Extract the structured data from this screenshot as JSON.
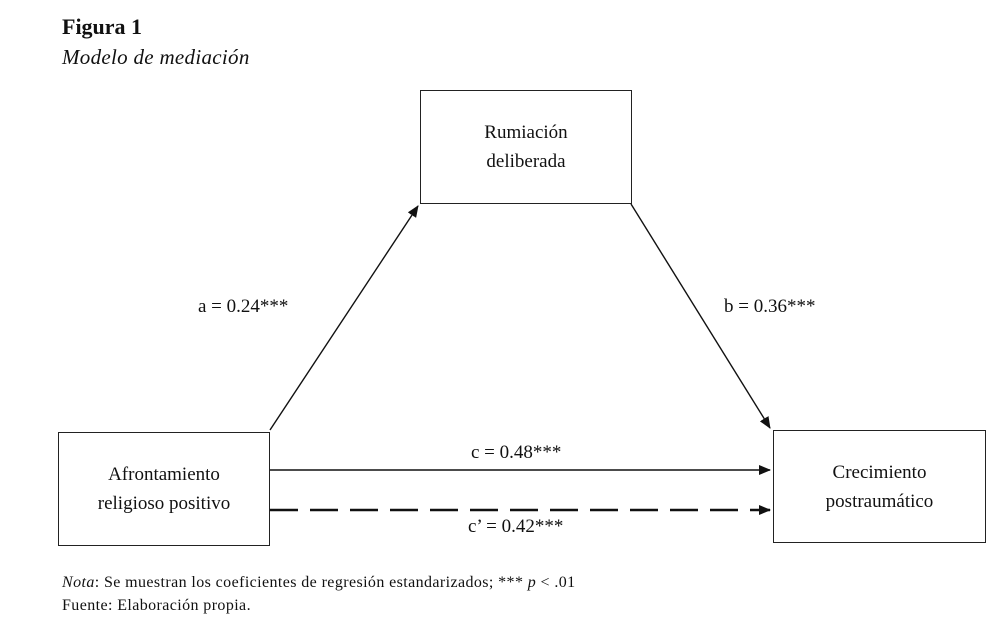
{
  "figure": {
    "label": "Figura 1",
    "title": "Modelo de mediación"
  },
  "nodes": {
    "mediator": {
      "line1": "Rumiación",
      "line2": "deliberada"
    },
    "predictor": {
      "line1": "Afrontamiento",
      "line2": "religioso positivo"
    },
    "outcome": {
      "line1": "Crecimiento",
      "line2": "postraumático"
    }
  },
  "paths": {
    "a": "a = 0.24***",
    "b": "b = 0.36***",
    "c": "c = 0.48***",
    "c_prime": "c’ = 0.42***"
  },
  "note": {
    "nota_label": "Nota",
    "nota_text": ": Se muestran los coeficientes de regresión estandarizados; *** ",
    "p_symbol": "p",
    "p_value": " < .01",
    "source": "Fuente: Elaboración propia."
  }
}
